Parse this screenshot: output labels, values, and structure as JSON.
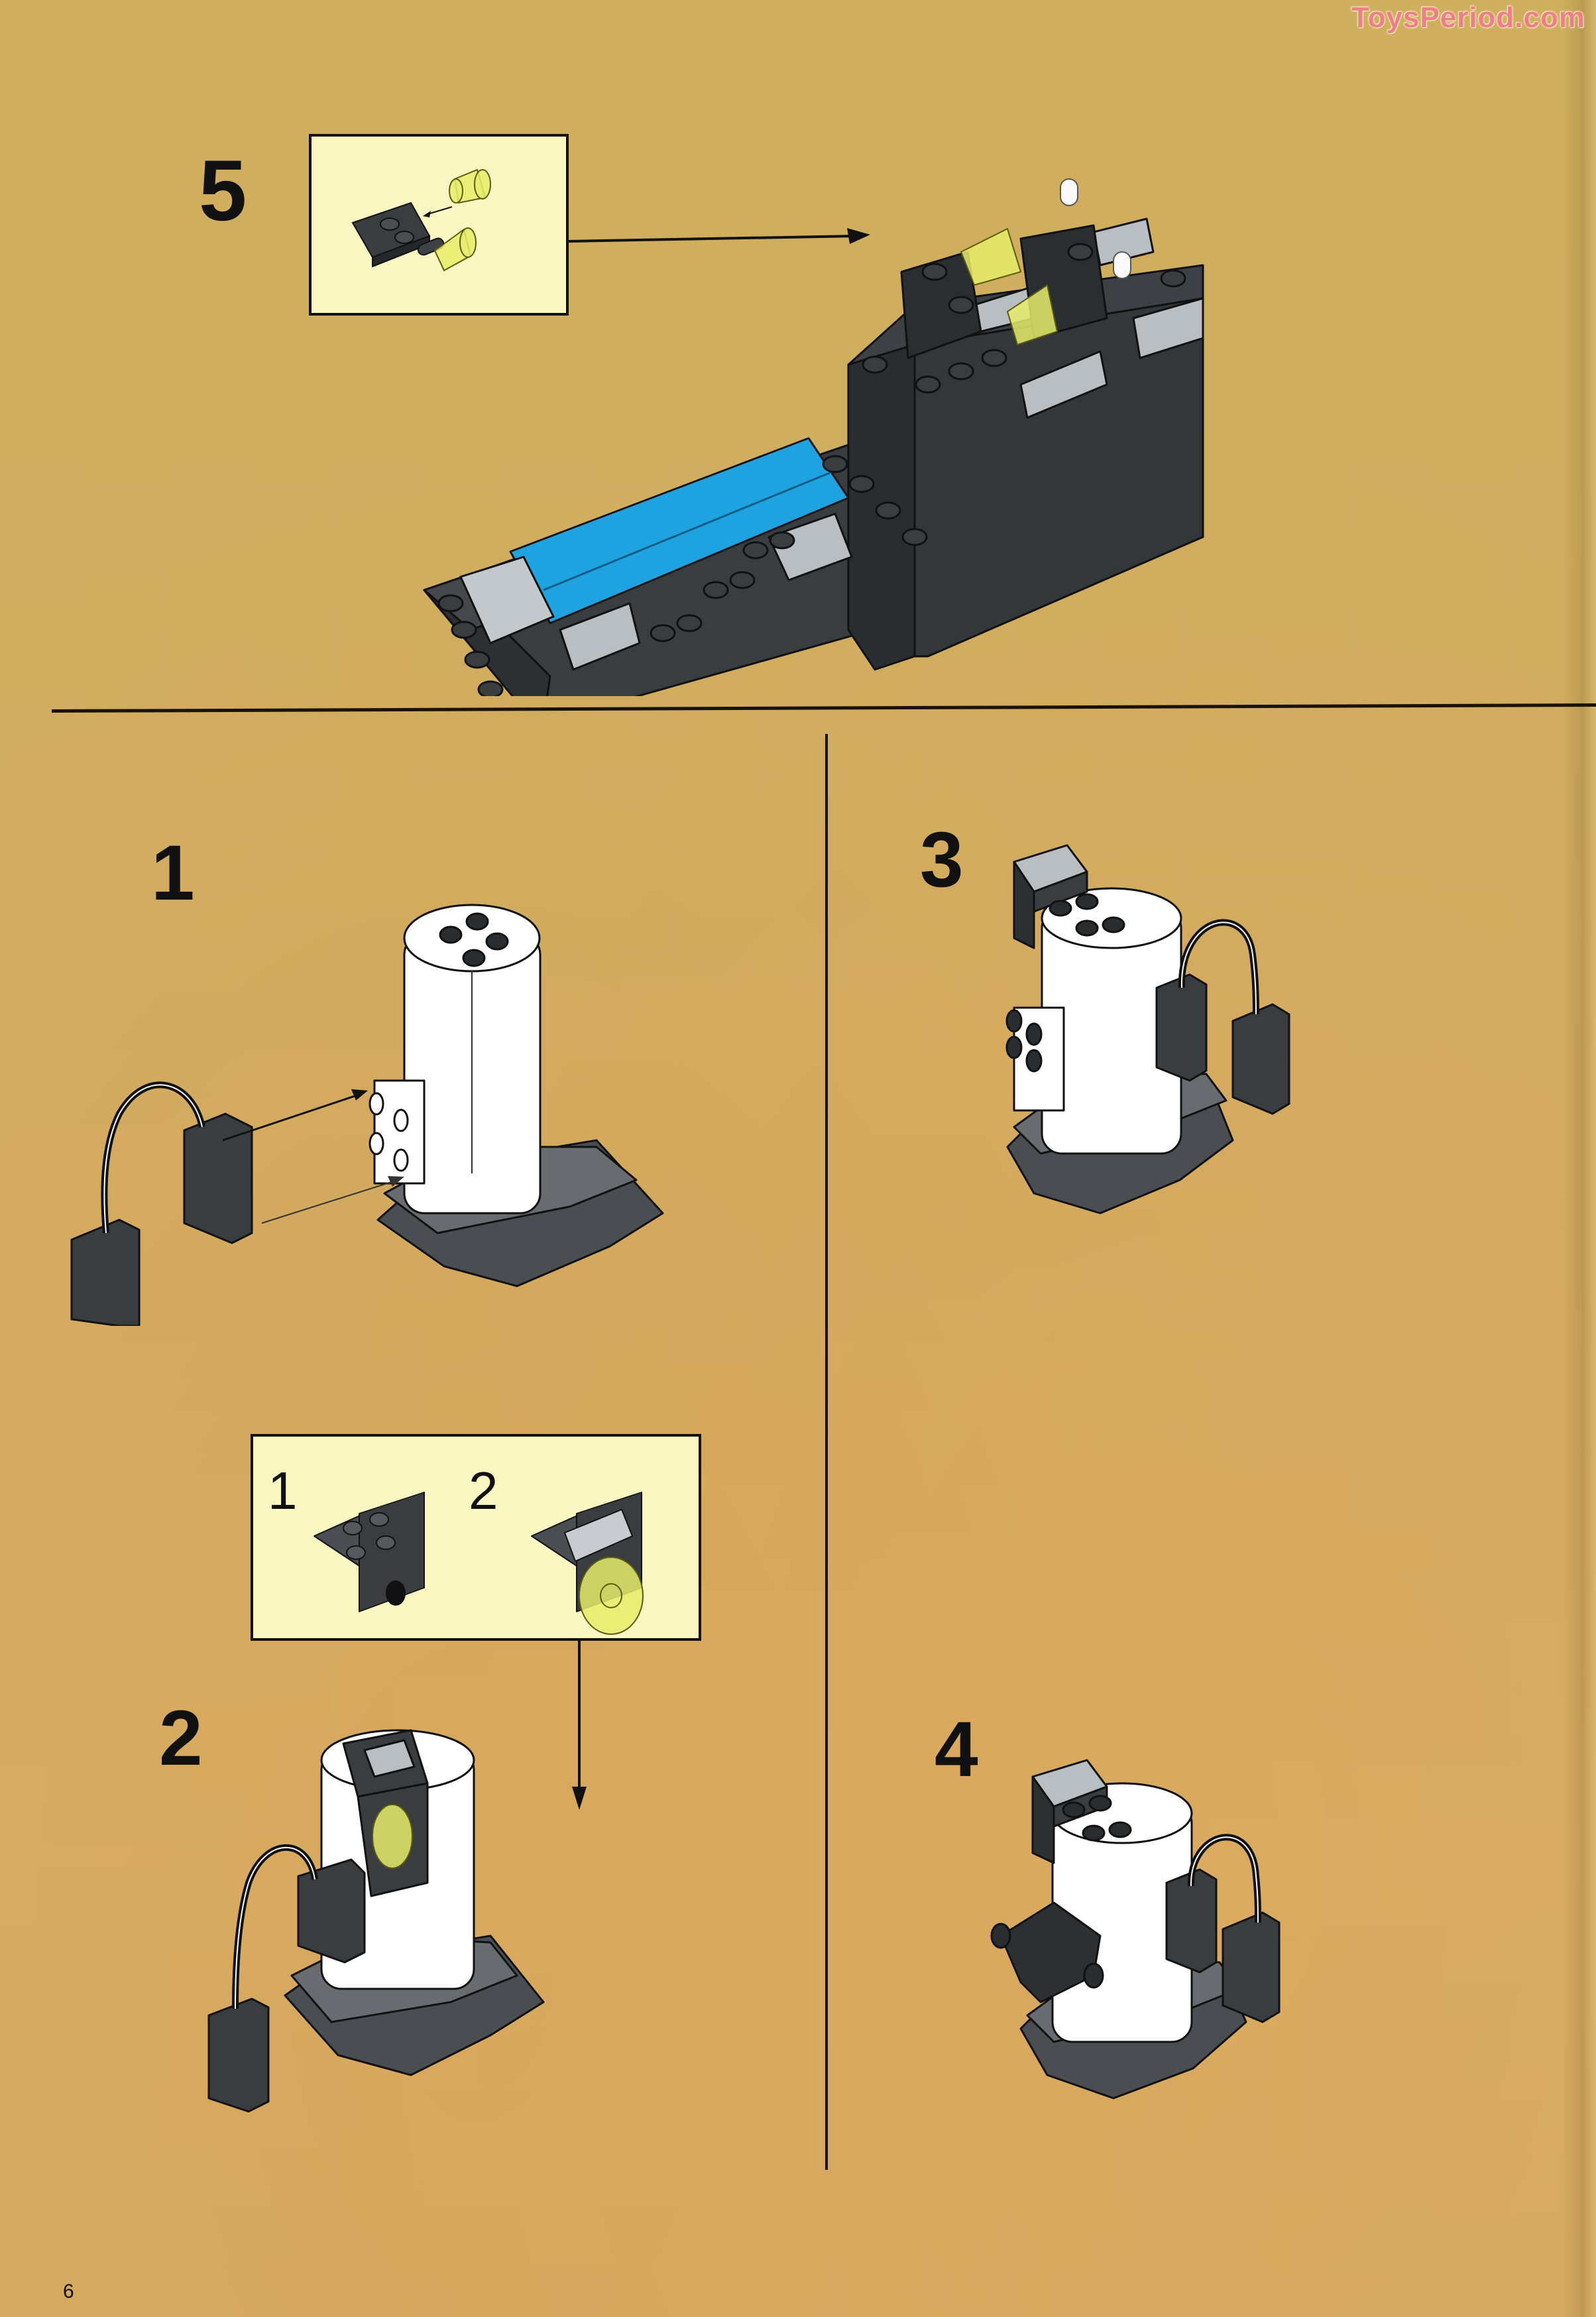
{
  "watermark": "ToysPeriod.com",
  "page_number": "6",
  "colors": {
    "page_bg": "#d1ad60",
    "callout_bg": "#fbf7c2",
    "watermark": "#ef7f86",
    "dark_brick": "#3a3d40",
    "light_grey_brick": "#b9bec3",
    "blue_tile": "#1fa3e0",
    "trans_yellow": "#e6ec6a",
    "white_part": "#ffffff"
  },
  "top_section": {
    "step_number": "5",
    "callout": {
      "parts": [
        "dark-grey-plate-1x2-with-handles",
        "trans-yellow-cone",
        "trans-yellow-cone"
      ],
      "arrow": "cone-to-plate"
    },
    "assembly": "dark grey vehicle base with blue tiles, grille tiles, cones and white studs"
  },
  "bottom_left": {
    "steps": [
      {
        "number": "1",
        "description": "white motor on dark base with wire connector"
      },
      {
        "number": "2",
        "description": "motor assembly with bracket and trans-yellow dish"
      }
    ],
    "callout": {
      "sub_steps": [
        {
          "number": "1",
          "part": "dark-grey-bracket-2x2"
        },
        {
          "number": "2",
          "part": "bracket-with-grille-and-trans-yellow-dish"
        }
      ]
    }
  },
  "bottom_right": {
    "steps": [
      {
        "number": "3",
        "description": "motor assembly rotated with cable"
      },
      {
        "number": "4",
        "description": "motor assembly with added technic arm"
      }
    ]
  }
}
